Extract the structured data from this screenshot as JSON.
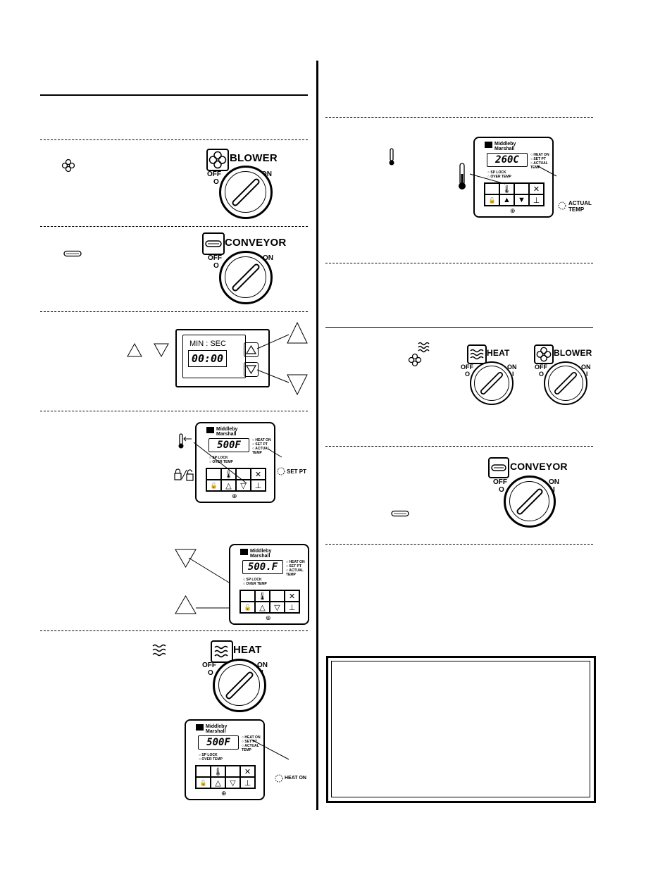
{
  "labels": {
    "blower": "BLOWER",
    "conveyor": "CONVEYOR",
    "heat": "HEAT",
    "off": "OFF",
    "on": "ON",
    "zero": "O",
    "one": "I"
  },
  "timer": {
    "title": "MIN : SEC",
    "display": "00:00"
  },
  "controller": {
    "brand_line1": "Middleby",
    "brand_line2": "Marshall",
    "led_heat_on": "HEAT ON",
    "led_set_pt": "SET PT",
    "led_actual_temp": "ACTUAL TEMP",
    "led_sp_lock": "SP LOCK",
    "led_over_temp": "OVER TEMP"
  },
  "displays": {
    "setpoint": "500F",
    "adjust": "500.F",
    "heat": "500F",
    "actual": "260C"
  },
  "callouts": {
    "set_pt": "SET PT",
    "heat_on": "HEAT ON",
    "actual_temp": "ACTUAL TEMP"
  },
  "icons": {
    "blower": "fan-icon",
    "conveyor": "conveyor-icon",
    "heat": "heat-waves-icon",
    "thermometer": "thermometer-icon",
    "lock": "lock-icon",
    "up": "up-arrow-icon",
    "down": "down-arrow-icon"
  }
}
